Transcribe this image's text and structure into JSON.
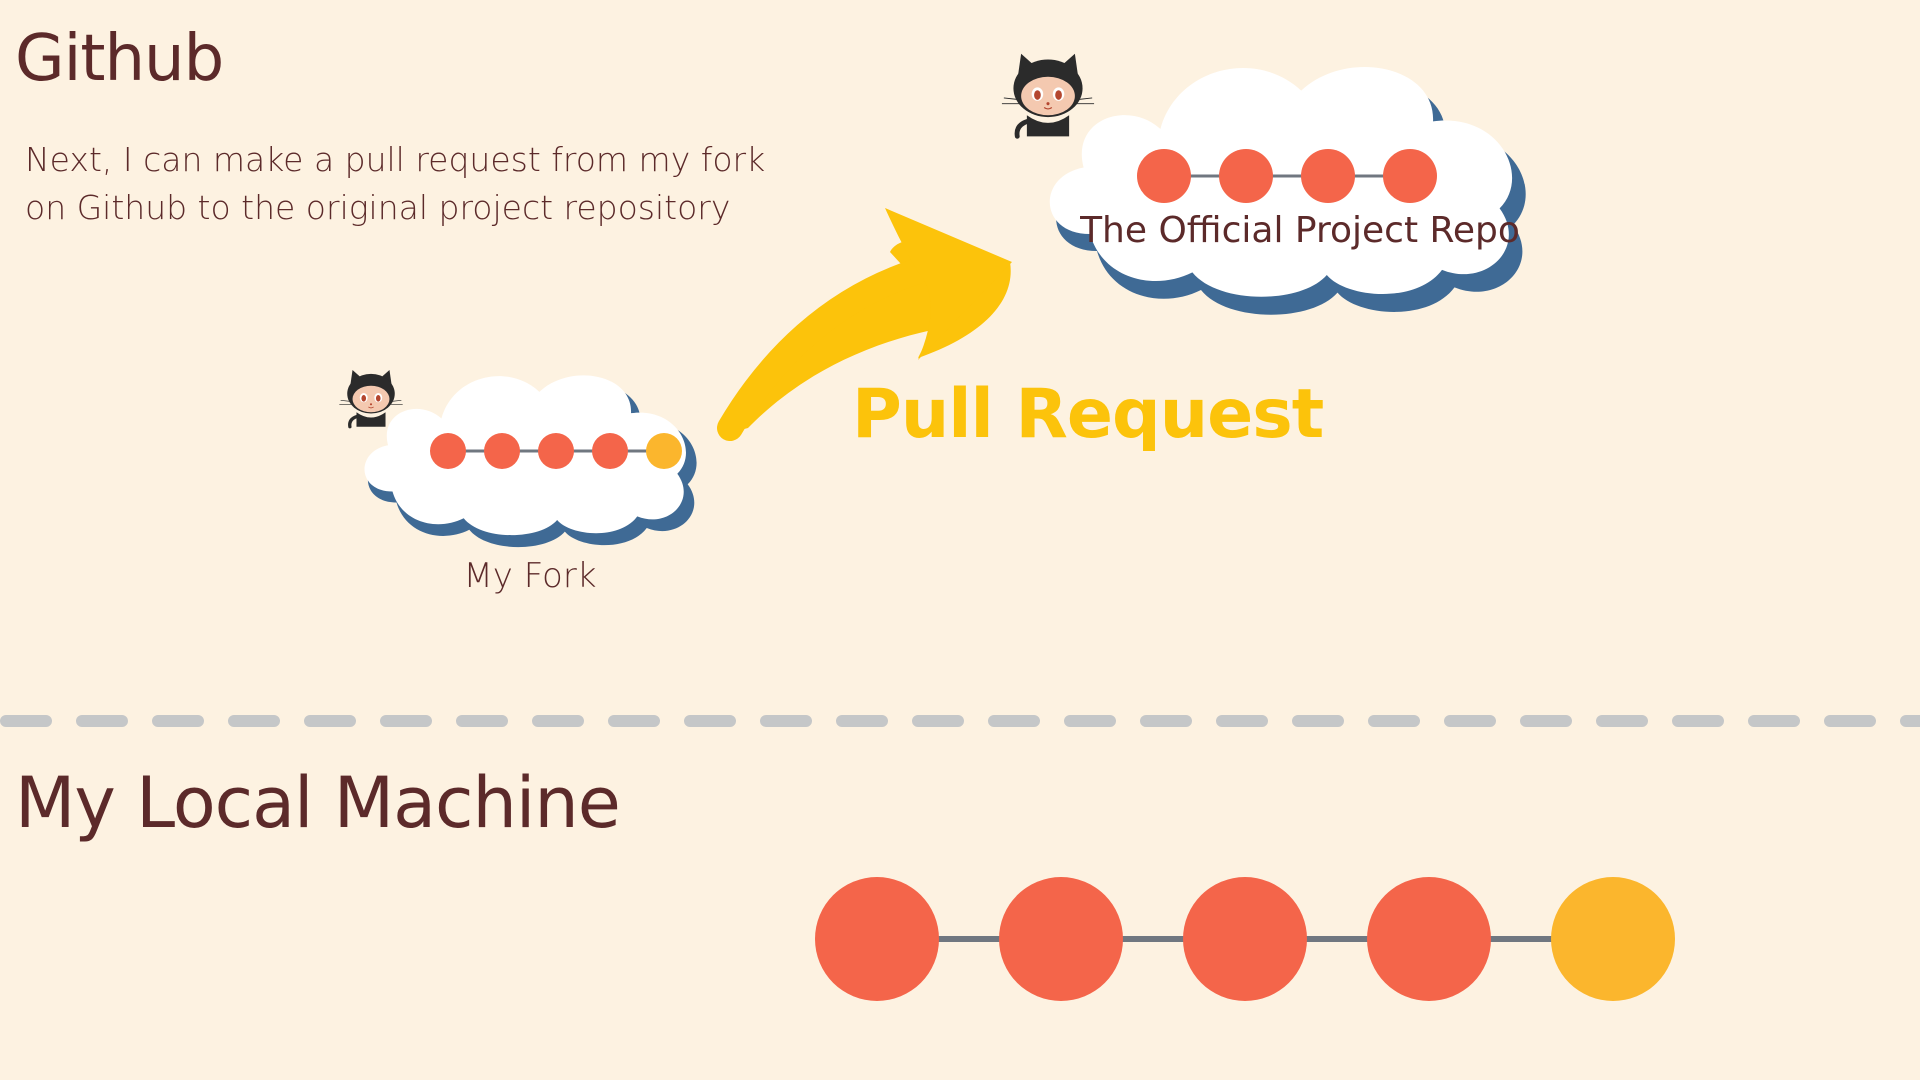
{
  "github": {
    "title": "Github",
    "description_line1": "Next, I can make a pull request from my fork",
    "description_line2": "on Github to the original project repository"
  },
  "fork": {
    "label": "My Fork",
    "commits": [
      "coral",
      "coral",
      "coral",
      "coral",
      "yellow"
    ]
  },
  "pull_request": {
    "label": "Pull Request"
  },
  "official_repo": {
    "label": "The Official Project Repo",
    "commits": [
      "coral",
      "coral",
      "coral",
      "coral"
    ]
  },
  "local": {
    "title": "My Local Machine",
    "commits": [
      "coral",
      "coral",
      "coral",
      "coral",
      "yellow"
    ]
  },
  "colors": {
    "background": "#fdf2e1",
    "text": "#5c2a2a",
    "commit_coral": "#f4654a",
    "commit_yellow": "#fbb62d",
    "arrow_yellow": "#fcc30b",
    "cloud_fill": "#ffffff",
    "cloud_shadow": "#3f6a95",
    "divider": "#c5c7c8",
    "connector": "#707780"
  },
  "icons": [
    "octocat-icon",
    "cloud-icon",
    "arrow-icon"
  ]
}
